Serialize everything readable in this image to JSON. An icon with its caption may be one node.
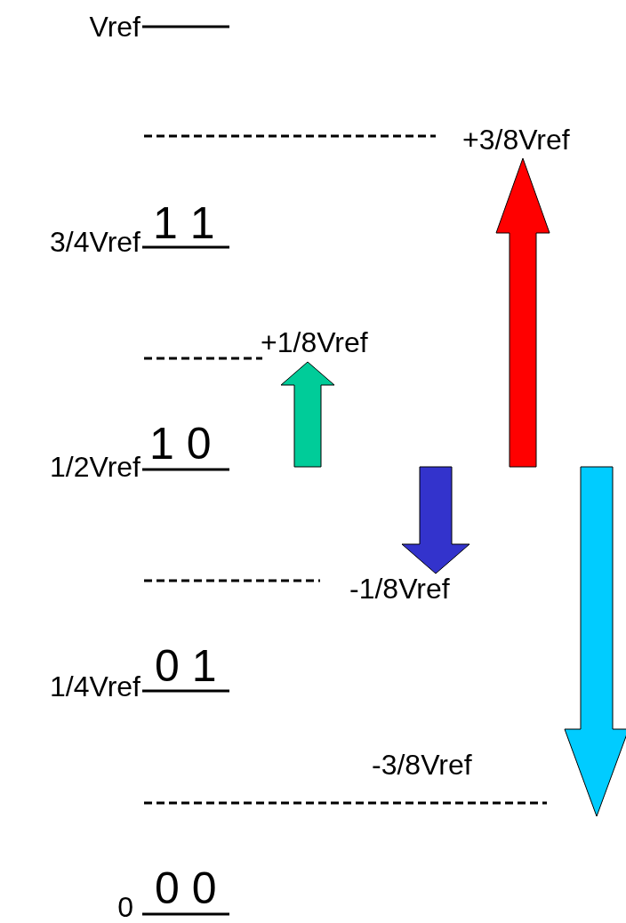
{
  "diagram": {
    "labels": [
      "Vref",
      "+3/8Vref",
      "3/4Vref",
      "1 1",
      "+1/8Vref",
      "1/2Vref",
      "1 0",
      "-1/8Vref",
      "1/4Vref",
      "0 1",
      "-3/8Vref",
      "0",
      "0 0"
    ]
  }
}
